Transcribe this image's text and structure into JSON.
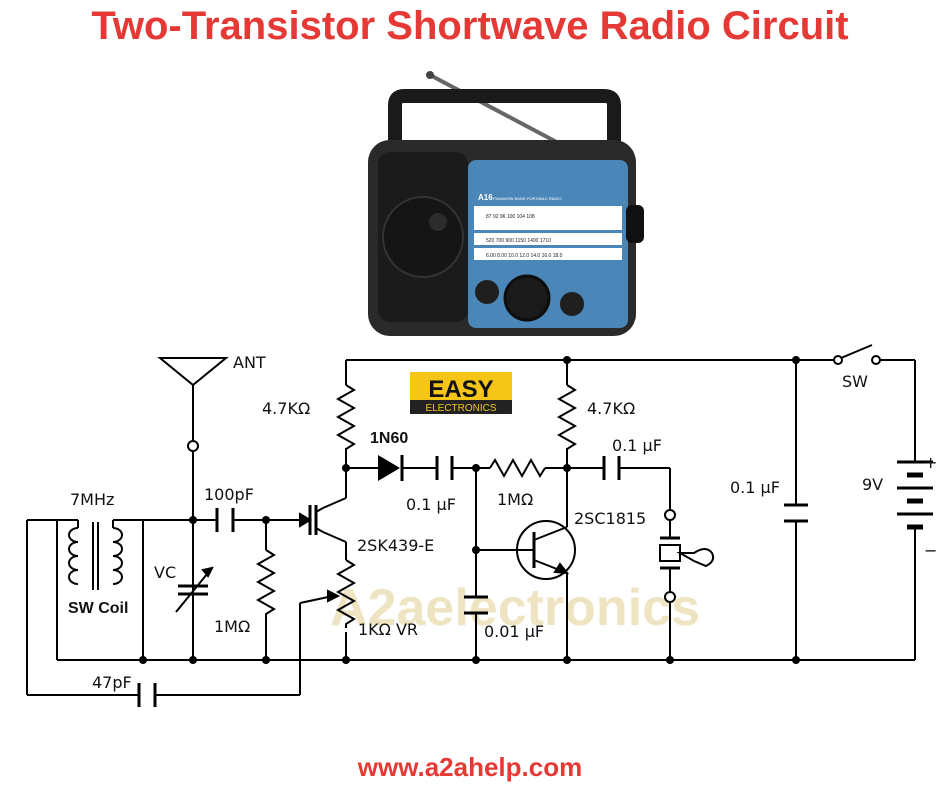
{
  "title": "Two-Transistor Shortwave Radio Circuit",
  "footer_url": "www.a2ahelp.com",
  "badge": {
    "line1": "EASY",
    "line2": "ELECTRONICS"
  },
  "watermark": "A2aelectronics",
  "radio": {
    "model": "A16",
    "subtitle": "FM/AM/SW BAND PORTABLE RADIO",
    "fm_scale": "87 92 96 100 104 108",
    "am_scale": "520 700 900 1150 1400 1710",
    "sw_scale": "6.00 8.00 10.0 12.0 14.0 16.0 18.0"
  },
  "labels": {
    "ant": "ANT",
    "coil_freq": "7MHz",
    "sw_coil": "SW Coil",
    "vc": "VC",
    "c100p": "100pF",
    "r1m_left": "1MΩ",
    "r47_left": "4.7KΩ",
    "diode": "1N60",
    "c01_mid": "0.1 μF",
    "r1m_mid": "1MΩ",
    "fet": "2SK439-E",
    "vr": "1KΩ VR",
    "c001": "0.01 μF",
    "r47_right": "4.7KΩ",
    "c01_out": "0.1 μF",
    "bjt": "2SC1815",
    "c01_supply": "0.1 μF",
    "sw": "SW",
    "batt": "9V",
    "plus": "+",
    "minus": "−",
    "c47p": "47pF"
  },
  "colors": {
    "title": "#e53935",
    "badge_bg": "#f5c518",
    "radio_blue": "#4a86b8"
  }
}
